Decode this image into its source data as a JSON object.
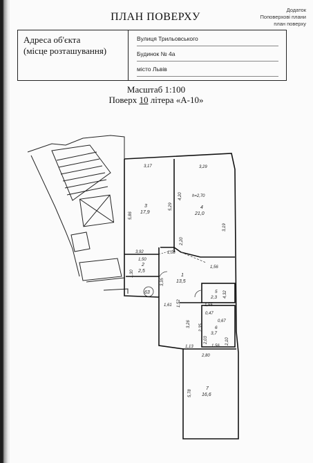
{
  "header": {
    "title": "ПЛАН ПОВЕРХУ",
    "annex": [
      "Додаток",
      "Поповерхові плани",
      "план поверху"
    ]
  },
  "address": {
    "label_lines": [
      "Адреса об'єкта",
      "(місце розташування)"
    ],
    "street": "Вулиця Трильовського",
    "building": "Будинок № 4а",
    "city": "місто Львів"
  },
  "scale": {
    "text": "Масштаб 1:100",
    "floor_prefix": "Поверх",
    "floor_number": "10",
    "letter_prefix": "літера",
    "letter": "«А-10»"
  },
  "plan": {
    "rooms": [
      {
        "no": "1",
        "area": "13,5"
      },
      {
        "no": "2",
        "area": "2,5"
      },
      {
        "no": "3",
        "area": "17,9"
      },
      {
        "no": "4",
        "area": "21,0"
      },
      {
        "no": "5",
        "area": "2,3"
      },
      {
        "no": "6",
        "area": "3,7"
      },
      {
        "no": "7",
        "area": "16,6"
      }
    ],
    "height": "h=2,70",
    "mark": "63",
    "dimensions": [
      "3,17",
      "3,29",
      "5,86",
      "5,29",
      "4,20",
      "3,19",
      "3,92",
      "1,08",
      "2,20",
      "1,56",
      "1,50",
      "1,30",
      "3,35",
      "1,61",
      "1,52",
      "3,26",
      "1,55",
      "4,32",
      "0,47",
      "0,67",
      "2,35",
      "1,13",
      "2,03",
      "1,56",
      "2,10",
      "2,80",
      "5,78"
    ]
  }
}
